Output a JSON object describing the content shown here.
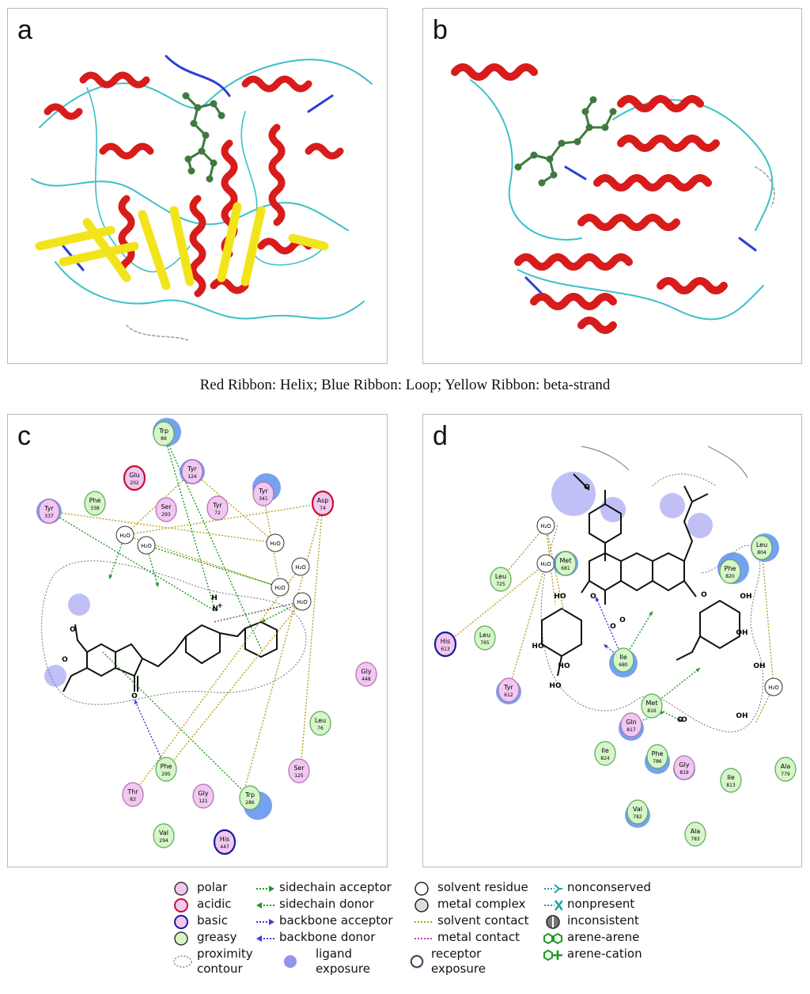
{
  "panels": {
    "a": "a",
    "b": "b",
    "c": "c",
    "d": "d"
  },
  "caption": "Red Ribbon: Helix; Blue Ribbon: Loop; Yellow Ribbon: beta-strand",
  "colors": {
    "helix": "#d81b1b",
    "loop": "#2a3fd6",
    "coil": "#3cc0c8",
    "strand": "#f2e41a",
    "ligand": "#3f7a3f",
    "polar_fill": "#f0c8f0",
    "polar_stroke": "#b56cb5",
    "acidic_stroke": "#c8102e",
    "basic_stroke": "#1a1a9e",
    "greasy_fill": "#d6f5c8",
    "greasy_stroke": "#5aa85a",
    "sidechain": "#1f9a1f",
    "backbone": "#3a3ae0",
    "solvent_contact": "#b5a01e",
    "metal_contact": "#c040c0",
    "nonconserved": "#20a0a0",
    "exposure": "#3a7ae8"
  },
  "panel_c": {
    "residues": [
      {
        "name": "Trp",
        "num": "86",
        "type": "greasy"
      },
      {
        "name": "Glu",
        "num": "202",
        "type": "acidic"
      },
      {
        "name": "Tyr",
        "num": "124",
        "type": "polar"
      },
      {
        "name": "Tyr",
        "num": "341",
        "type": "polar"
      },
      {
        "name": "Tyr",
        "num": "337",
        "type": "polar"
      },
      {
        "name": "Phe",
        "num": "338",
        "type": "greasy"
      },
      {
        "name": "Ser",
        "num": "293",
        "type": "polar"
      },
      {
        "name": "Tyr",
        "num": "72",
        "type": "polar"
      },
      {
        "name": "Asp",
        "num": "74",
        "type": "acidic"
      },
      {
        "name": "Gly",
        "num": "448",
        "type": "polar"
      },
      {
        "name": "Leu",
        "num": "76",
        "type": "greasy"
      },
      {
        "name": "Ser",
        "num": "125",
        "type": "polar"
      },
      {
        "name": "Phe",
        "num": "295",
        "type": "greasy"
      },
      {
        "name": "Thr",
        "num": "83",
        "type": "polar"
      },
      {
        "name": "Gly",
        "num": "121",
        "type": "polar"
      },
      {
        "name": "Trp",
        "num": "286",
        "type": "greasy"
      },
      {
        "name": "Val",
        "num": "294",
        "type": "greasy"
      },
      {
        "name": "His",
        "num": "447",
        "type": "basic"
      }
    ],
    "waters": [
      "H₂O",
      "H₂O",
      "H₂O",
      "H₂O",
      "H₂O",
      "H₂O"
    ],
    "atom_labels": [
      "H",
      "N",
      "+",
      "O",
      "O",
      "O"
    ]
  },
  "panel_d": {
    "residues": [
      {
        "name": "His",
        "num": "613",
        "type": "basic"
      },
      {
        "name": "Leu",
        "num": "725",
        "type": "greasy"
      },
      {
        "name": "Leu",
        "num": "765",
        "type": "greasy"
      },
      {
        "name": "Tyr",
        "num": "612",
        "type": "polar"
      },
      {
        "name": "Met",
        "num": "681",
        "type": "greasy"
      },
      {
        "name": "Ile",
        "num": "680",
        "type": "greasy"
      },
      {
        "name": "Phe",
        "num": "820",
        "type": "greasy"
      },
      {
        "name": "Leu",
        "num": "804",
        "type": "greasy"
      },
      {
        "name": "Met",
        "num": "816",
        "type": "greasy"
      },
      {
        "name": "Gln",
        "num": "817",
        "type": "polar"
      },
      {
        "name": "Ile",
        "num": "824",
        "type": "greasy"
      },
      {
        "name": "Phe",
        "num": "786",
        "type": "greasy"
      },
      {
        "name": "Gly",
        "num": "819",
        "type": "polar"
      },
      {
        "name": "Ile",
        "num": "813",
        "type": "greasy"
      },
      {
        "name": "Ala",
        "num": "779",
        "type": "greasy"
      },
      {
        "name": "Val",
        "num": "782",
        "type": "greasy"
      },
      {
        "name": "Ala",
        "num": "783",
        "type": "greasy"
      }
    ],
    "waters": [
      "H₂O",
      "H₂O",
      "H₂O"
    ],
    "atom_labels": [
      "O",
      "O",
      "O",
      "O",
      "HO",
      "HO",
      "HO",
      "HO",
      "OH",
      "OH",
      "OH",
      "OH",
      "O",
      "O",
      "O"
    ]
  },
  "legend": {
    "col1": [
      "polar",
      "acidic",
      "basic",
      "greasy",
      "proximity contour"
    ],
    "col2": [
      "sidechain acceptor",
      "sidechain donor",
      "backbone acceptor",
      "backbone donor",
      "ligand exposure"
    ],
    "col3": [
      "solvent residue",
      "metal complex",
      "solvent contact",
      "metal contact",
      "receptor exposure"
    ],
    "col4": [
      "nonconserved",
      "nonpresent",
      "inconsistent",
      "arene-arene",
      "arene-cation"
    ]
  }
}
